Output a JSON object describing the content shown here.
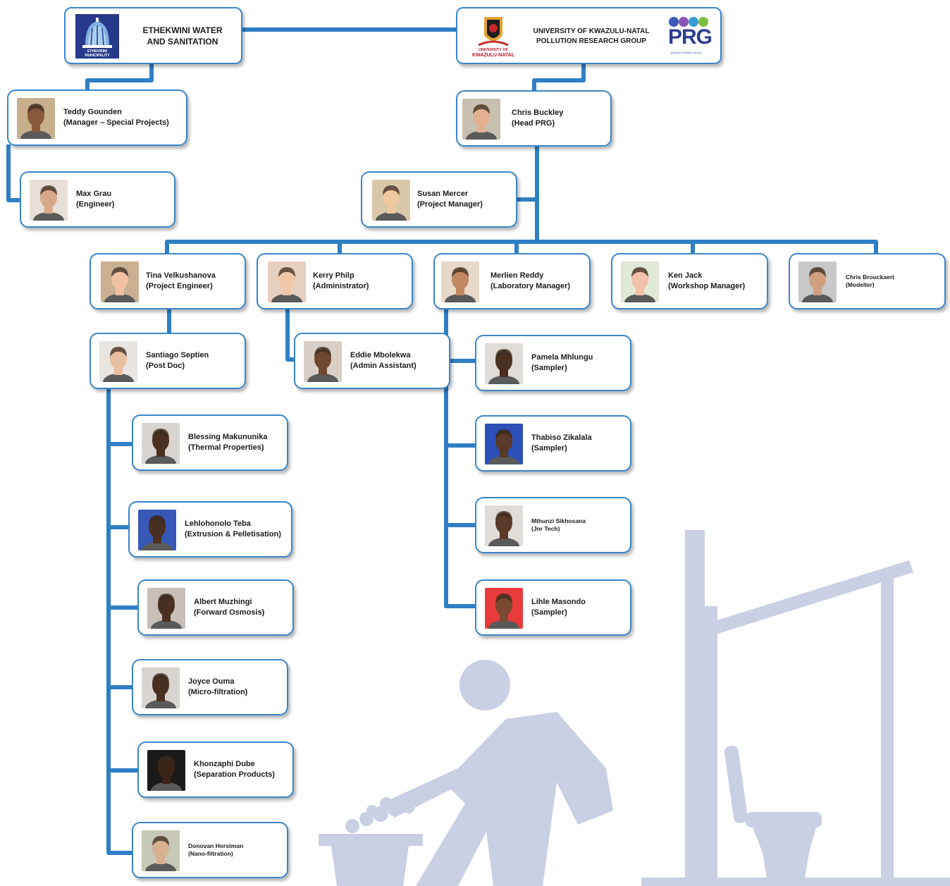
{
  "colors": {
    "connector": "#2f7fc4",
    "card_border": "#3a86c8",
    "silhouette": "#c9d0e3"
  },
  "organizations": {
    "ethekwini": {
      "name_line1": "ETHEKWINI WATER",
      "name_line2": "AND SANITATION",
      "logo_text": "ETHEKWINI MUNICIPALITY"
    },
    "ukzn": {
      "name_line1": "UNIVERSITY OF KWAZULU-NATAL",
      "name_line2": "POLLUTION RESEARCH GROUP",
      "logo_caption_line1": "UNIVERSITY OF",
      "logo_caption_line2": "KWAZULU-NATAL",
      "prg_mark": "PRG",
      "prg_caption": "pollution research group"
    }
  },
  "people": [
    {
      "id": "teddy",
      "name": "Teddy Gounden",
      "role": "(Manager – Special Projects)"
    },
    {
      "id": "max",
      "name": "Max Grau",
      "role": "(Engineer)"
    },
    {
      "id": "chris-buckley",
      "name": "Chris Buckley",
      "role": "(Head PRG)"
    },
    {
      "id": "susan",
      "name": "Susan Mercer",
      "role": "(Project Manager)"
    },
    {
      "id": "tina",
      "name": "Tina Velkushanova",
      "role": "(Project Engineer)"
    },
    {
      "id": "kerry",
      "name": "Kerry Philp",
      "role": "(Administrator)"
    },
    {
      "id": "merlien",
      "name": "Merlien Reddy",
      "role": "(Laboratory Manager)"
    },
    {
      "id": "ken",
      "name": "Ken Jack",
      "role": "(Workshop Manager)"
    },
    {
      "id": "chris-brouckaert",
      "name": "Chris Brouckaert",
      "role": "(Modeller)"
    },
    {
      "id": "santiago",
      "name": "Santiago Septien",
      "role": "(Post Doc)"
    },
    {
      "id": "eddie",
      "name": "Eddie Mbolekwa",
      "role": "(Admin Assistant)"
    },
    {
      "id": "pamela",
      "name": "Pamela Mhlungu",
      "role": "(Sampler)"
    },
    {
      "id": "thabiso",
      "name": "Thabiso Zikalala",
      "role": "(Sampler)"
    },
    {
      "id": "mthunzi",
      "name": "Mthunzi Sikhosana",
      "role": "(Jnr Tech)"
    },
    {
      "id": "lihle",
      "name": "Lihle Masondo",
      "role": "(Sampler)"
    },
    {
      "id": "blessing",
      "name": "Blessing Makununika",
      "role": "(Thermal Properties)"
    },
    {
      "id": "lehlohonolo",
      "name": "Lehlohonolo Teba",
      "role": "(Extrusion & Pelletisation)"
    },
    {
      "id": "albert",
      "name": "Albert Muzhingi",
      "role": "(Forward Osmosis)"
    },
    {
      "id": "joyce",
      "name": "Joyce Ouma",
      "role": "(Micro-filtration)"
    },
    {
      "id": "khonzaphi",
      "name": "Khonzaphi Dube",
      "role": "(Separation Products)"
    },
    {
      "id": "donovan",
      "name": "Donovan Horstman",
      "role": "(Nano-filtration)"
    }
  ]
}
